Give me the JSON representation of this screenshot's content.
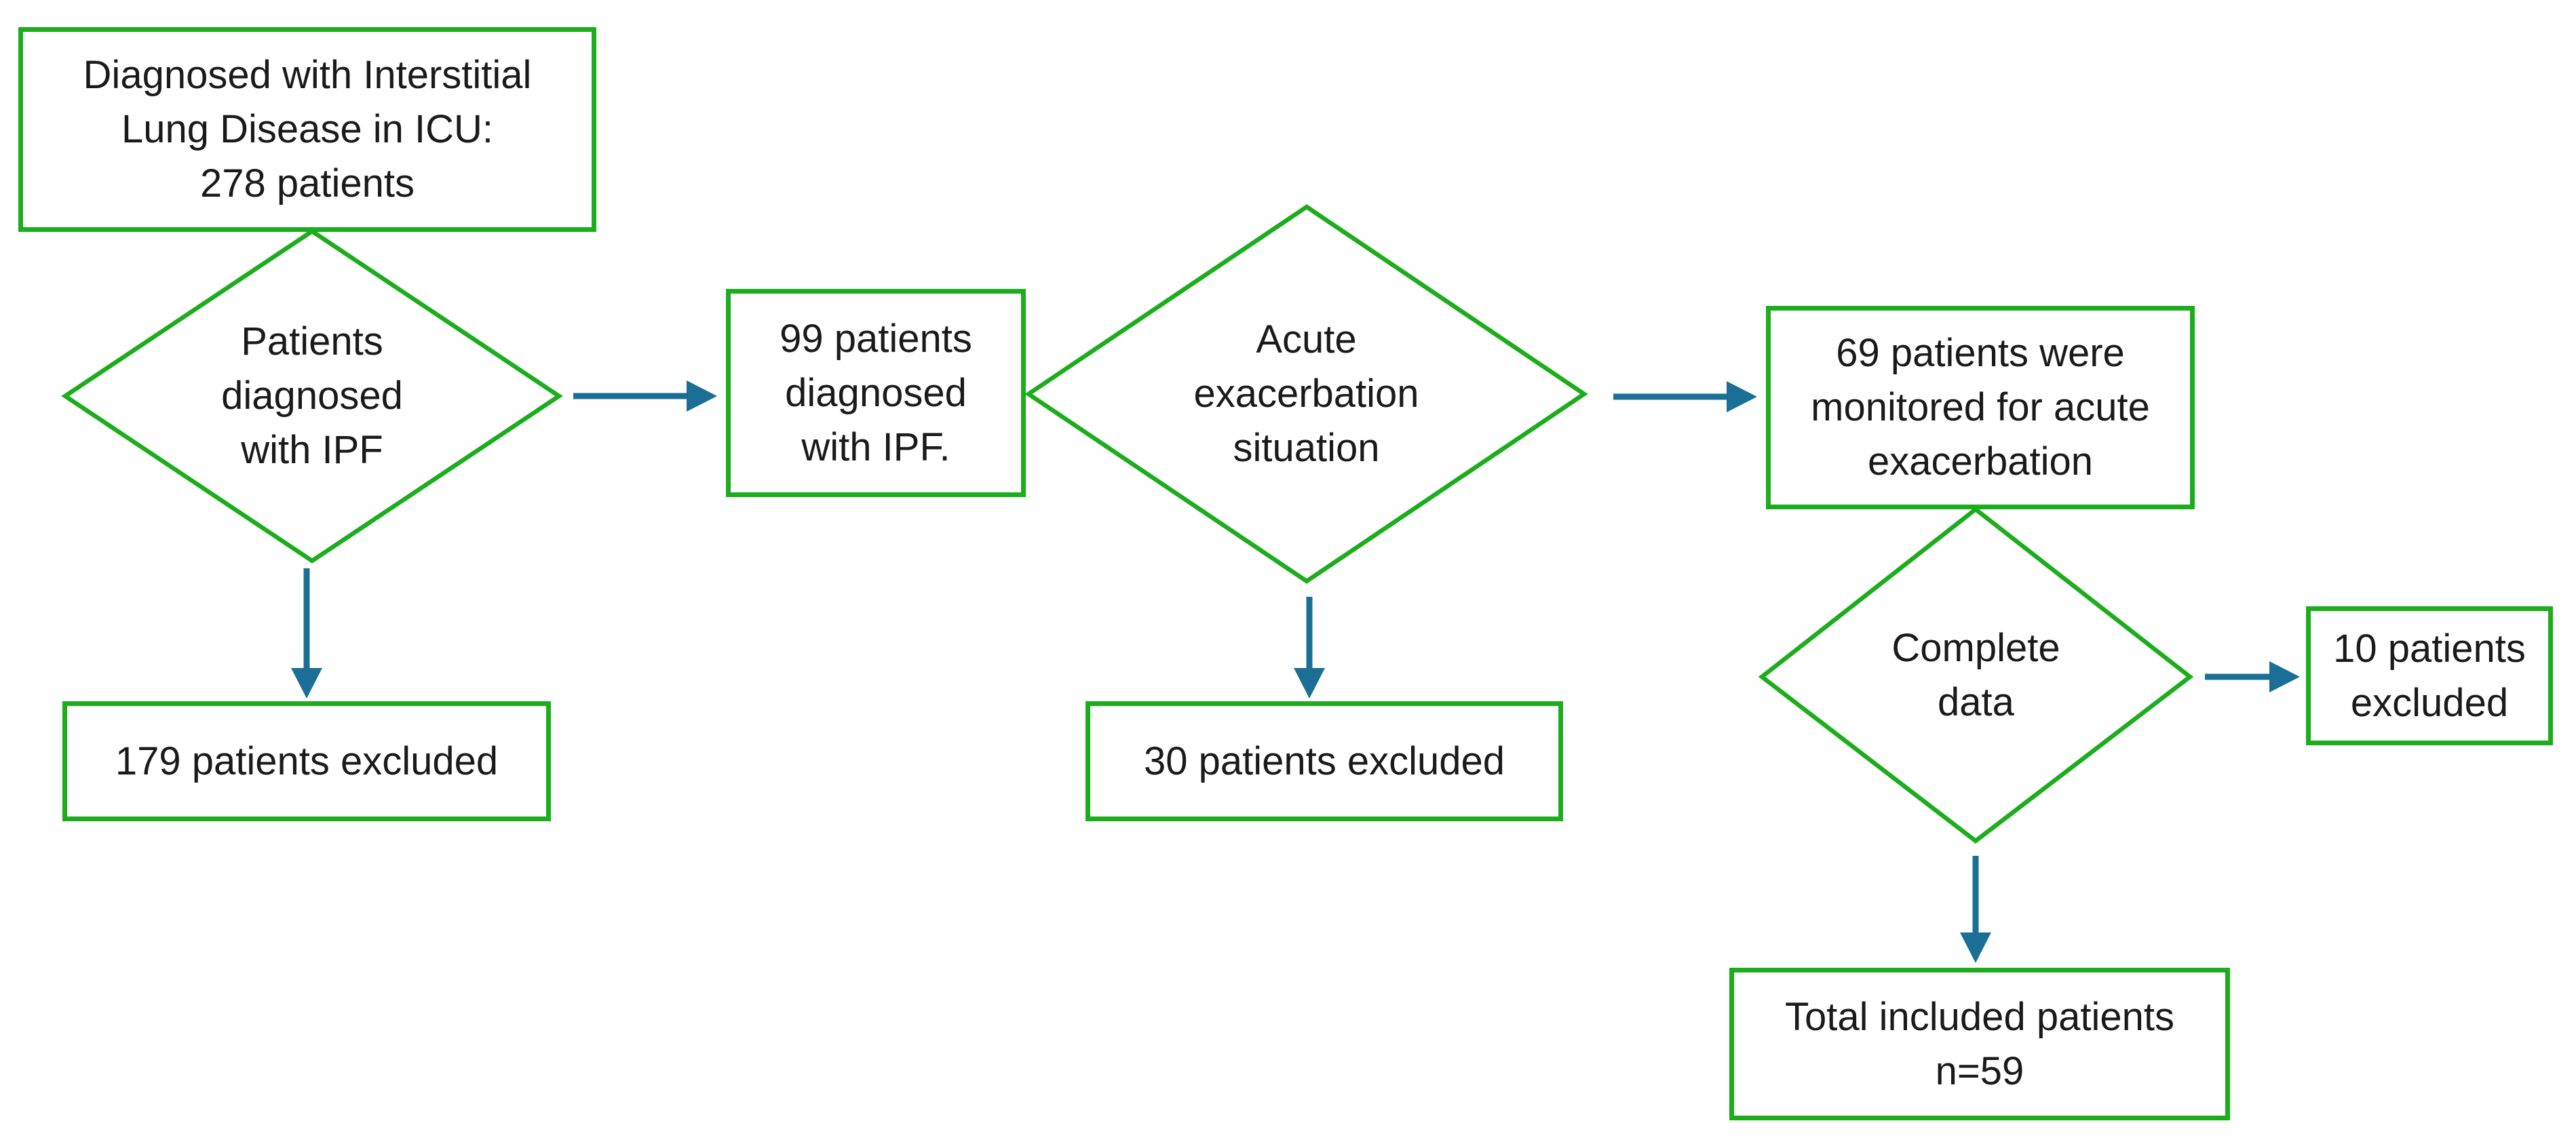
{
  "colors": {
    "node_border": "#1cad1c",
    "arrow": "#1b6f96",
    "text": "#1a1a1a",
    "bg": "#ffffff"
  },
  "flowchart": {
    "nodes": {
      "ild_icu": {
        "type": "rect",
        "label": "Diagnosed with Interstitial\nLung Disease in ICU:\n278 patients"
      },
      "ipf_decision": {
        "type": "diamond",
        "label": "Patients\ndiagnosed\nwith IPF"
      },
      "excluded_179": {
        "type": "rect",
        "label": "179 patients excluded"
      },
      "ipf_99": {
        "type": "rect",
        "label": "99 patients\ndiagnosed\nwith IPF."
      },
      "acute_decision": {
        "type": "diamond",
        "label": "Acute\nexacerbation\nsituation"
      },
      "excluded_30": {
        "type": "rect",
        "label": "30 patients excluded"
      },
      "monitored_69": {
        "type": "rect",
        "label": "69 patients were\nmonitored for acute\nexacerbation"
      },
      "complete_data_decision": {
        "type": "diamond",
        "label": "Complete\ndata"
      },
      "excluded_10": {
        "type": "rect",
        "label": "10 patients\nexcluded"
      },
      "total_included": {
        "type": "rect",
        "label": "Total included patients\nn=59"
      }
    }
  }
}
